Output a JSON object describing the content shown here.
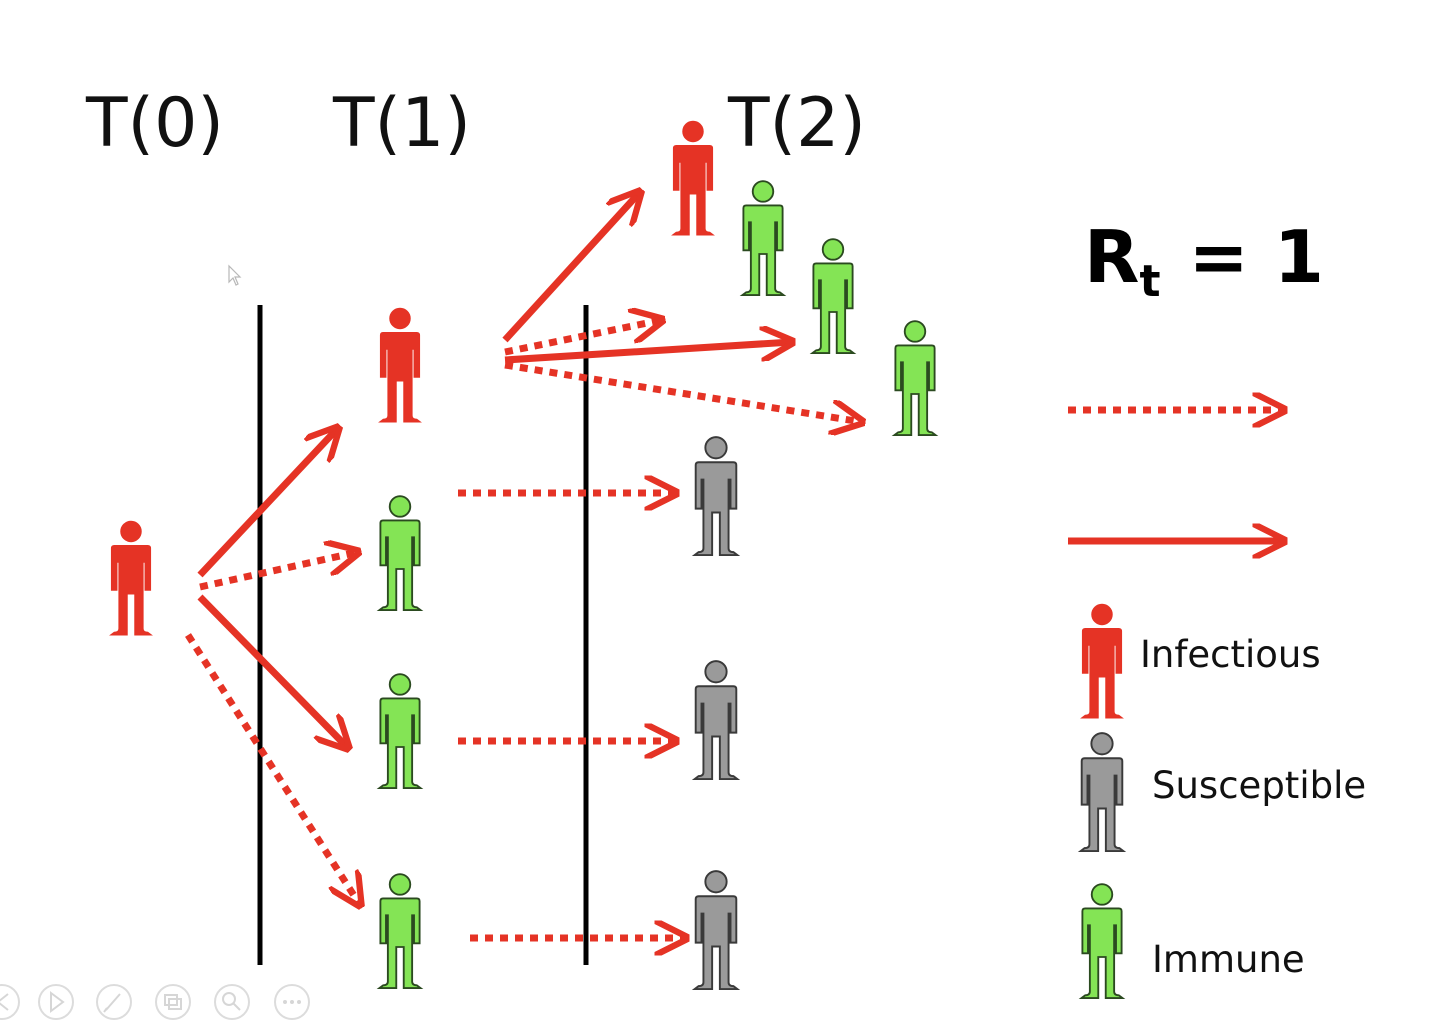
{
  "time_labels": [
    "T(0)",
    "T(1)",
    "T(2)"
  ],
  "rt": {
    "main": "R",
    "subscript": "t",
    "equals": "= 1"
  },
  "legend": {
    "infectious": "Infectious",
    "susceptible": "Susceptible",
    "immune": "Immune"
  },
  "states": [
    "infectious",
    "susceptible",
    "immune"
  ],
  "colors": {
    "infectious": "#e53325",
    "susceptible": "#9a9a9a",
    "immune": "#84e455",
    "arrow": "#e53325",
    "divider": "#000000"
  },
  "arrow_styles": [
    "dotted",
    "solid"
  ],
  "slideshow_controls": [
    "back-icon",
    "play-icon",
    "pen-icon",
    "slides-icon",
    "zoom-icon",
    "more-icon"
  ]
}
